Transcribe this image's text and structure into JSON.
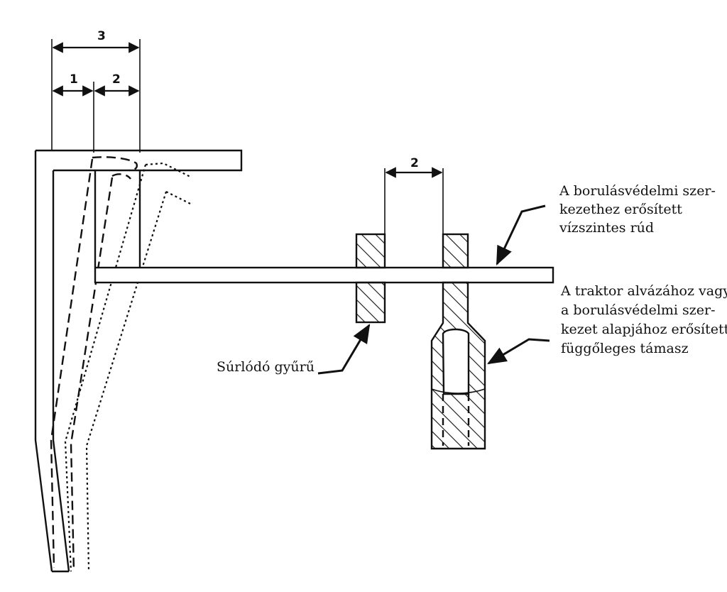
{
  "dimensions": {
    "dim_top": "3",
    "dim_left": "1",
    "dim_mid": "2",
    "dim_right": "2"
  },
  "labels": {
    "horizontal_bar": [
      "A borulásvédelmi szer-",
      "kezethez erősített",
      "vízszintes rúd"
    ],
    "vertical_support": [
      "A traktor alvázához vagy",
      "a borulásvédelmi szer-",
      "kezet alapjához erősített",
      "függőleges támasz"
    ],
    "friction_ring": "Súrlódó gyűrű"
  }
}
